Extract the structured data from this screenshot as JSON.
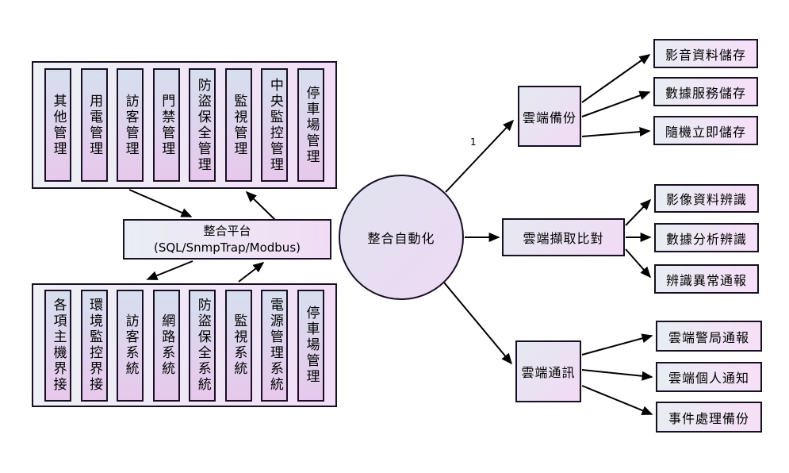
{
  "diagram": {
    "title_hint": "integration-automation-architecture",
    "hub": {
      "label": "整合自動化"
    },
    "platform": {
      "line1": "整合平台",
      "line2": "(SQL/SnmpTrap/Modbus)"
    },
    "top_group": {
      "items": [
        "其他管理",
        "用電管理",
        "訪客管理",
        "門禁管理",
        "防盜保全管理",
        "監視管理",
        "中央監控管理",
        "停車場管理"
      ]
    },
    "bottom_group": {
      "items": [
        "各項主機界接",
        "環境監控界接",
        "訪客系統",
        "網路系統",
        "防盜保全系統",
        "監視系統",
        "電源管理系統",
        "停車場管理"
      ]
    },
    "cloud_nodes": [
      {
        "label": "雲端備份",
        "children": [
          "影音資料儲存",
          "數據服務儲存",
          "隨機立即儲存"
        ]
      },
      {
        "label": "雲端擷取比對",
        "children": [
          "影像資料辨識",
          "數據分析辨識",
          "辨識異常通報"
        ]
      },
      {
        "label": "雲端通訊",
        "children": [
          "雲端警局通報",
          "雲端個人通知",
          "事件處理備份"
        ]
      }
    ],
    "edge_label": "1",
    "colors": {
      "border": "#190f24",
      "line": "#000000",
      "box_gradient_left": "#e9eef3",
      "box_gradient_right": "#f2def6",
      "column_gradient_top": "#d6dfee",
      "column_gradient_bottom": "#e7c8ec",
      "background": "#ffffff"
    }
  }
}
